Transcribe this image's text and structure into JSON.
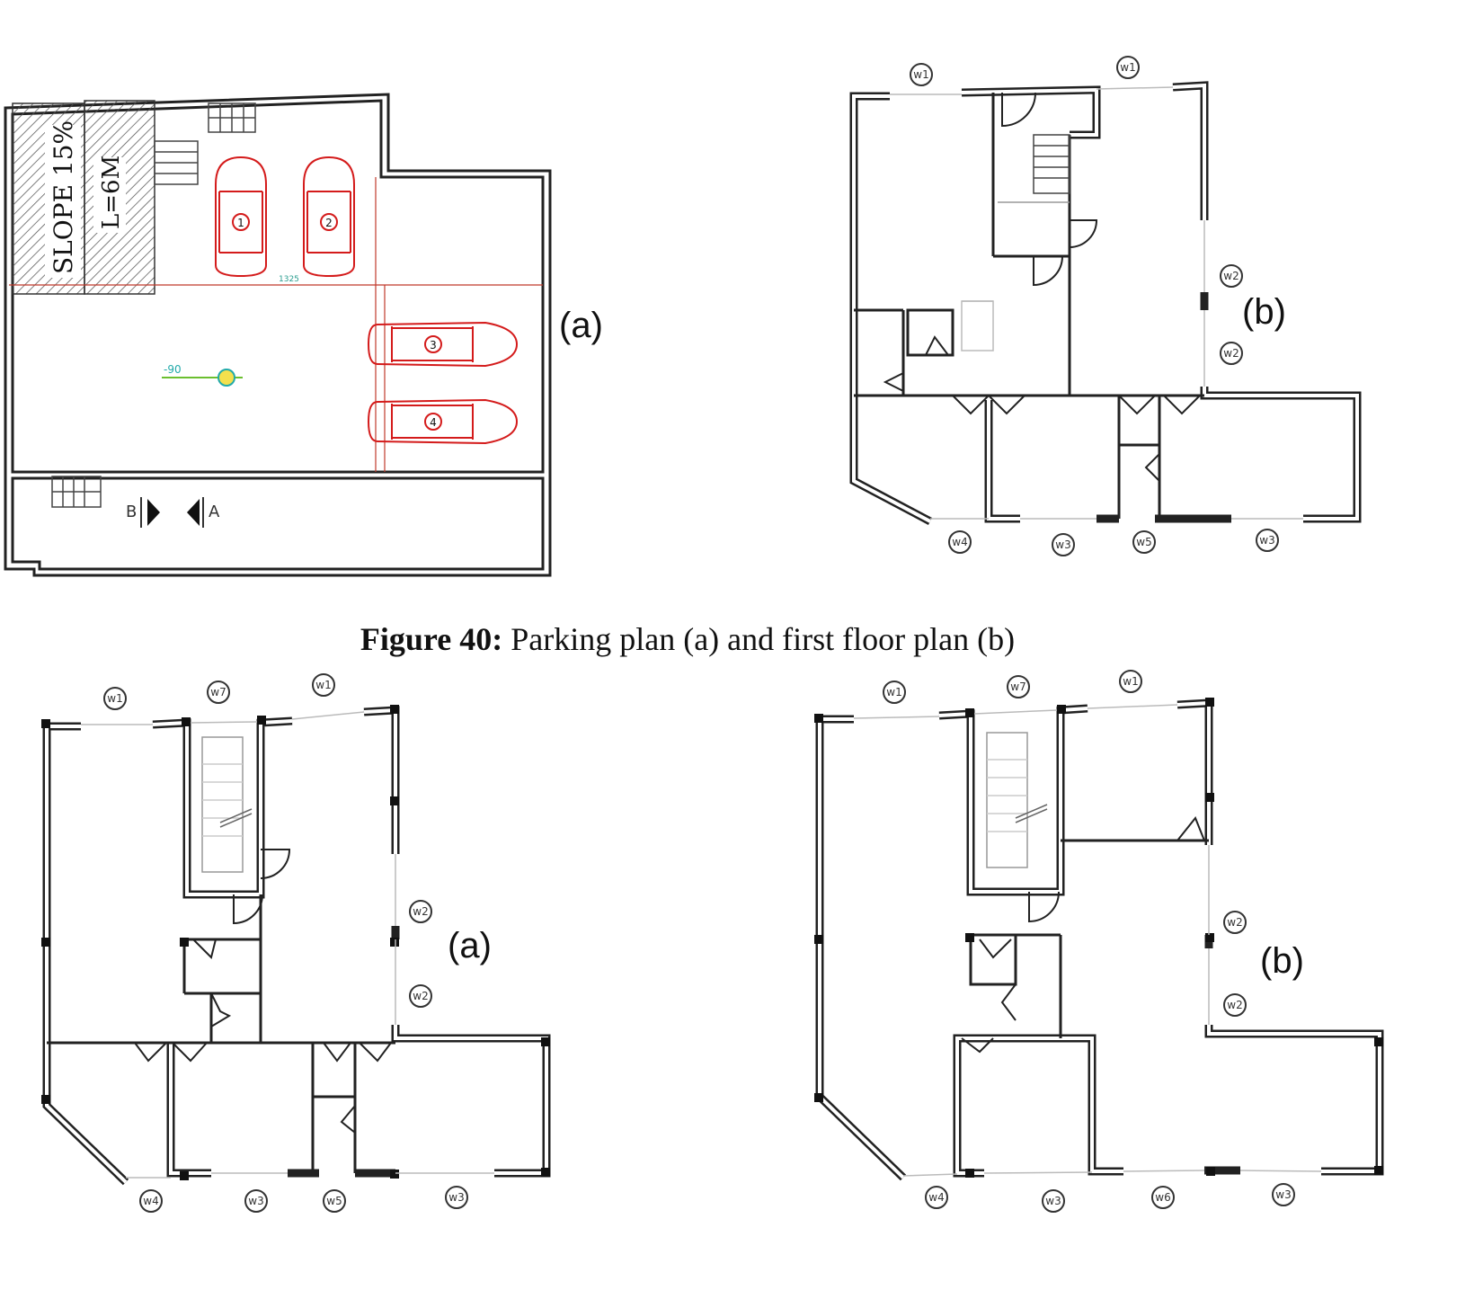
{
  "figure": {
    "caption_prefix": "Figure 40:",
    "caption_text": "Parking plan (a) and first floor plan (b)"
  },
  "parking_plan": {
    "panel_label": "(a)",
    "ramp_text_1": "SLOPE 15%",
    "ramp_text_2": "L=6M",
    "dimension_text": "1325",
    "level_text": "-90",
    "section_b": "B",
    "section_a": "A",
    "car_numbers": [
      "1",
      "2",
      "3",
      "4"
    ]
  },
  "first_floor_plan": {
    "panel_label": "(b)",
    "window_tags": [
      "w1",
      "w1",
      "w2",
      "w2",
      "w4",
      "w3",
      "w5",
      "w3"
    ]
  },
  "plan_bottom_left": {
    "panel_label": "(a)",
    "window_tags": [
      "w1",
      "w7",
      "w1",
      "w2",
      "w2",
      "w4",
      "w3",
      "w5",
      "w3"
    ]
  },
  "plan_bottom_right": {
    "panel_label": "(b)",
    "window_tags": [
      "w1",
      "w7",
      "w1",
      "w2",
      "w2",
      "w4",
      "w3",
      "w6",
      "w3"
    ]
  }
}
